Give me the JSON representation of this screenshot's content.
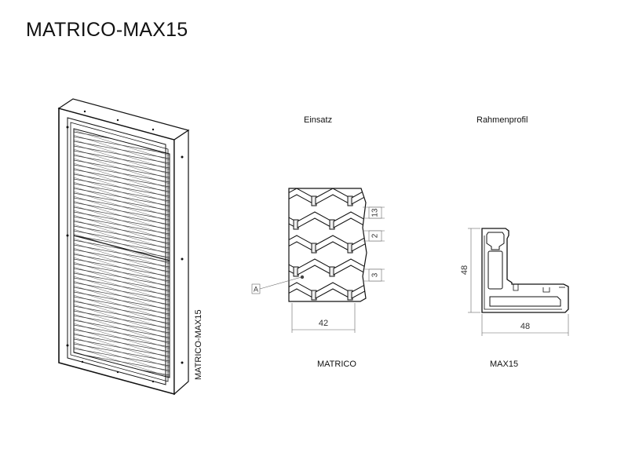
{
  "title": "MATRICO-MAX15",
  "labels": {
    "insert": "Einsatz",
    "frame_profile": "Rahmenprofil",
    "matrico": "MATRICO",
    "max15": "MAX15",
    "product_vertical": "MATRICO-MAX15"
  },
  "insert_dims": {
    "pitch": "13",
    "gap": "2",
    "slat": "3",
    "width": "42",
    "marker": "A"
  },
  "profile_dims": {
    "height": "48",
    "width": "48"
  }
}
